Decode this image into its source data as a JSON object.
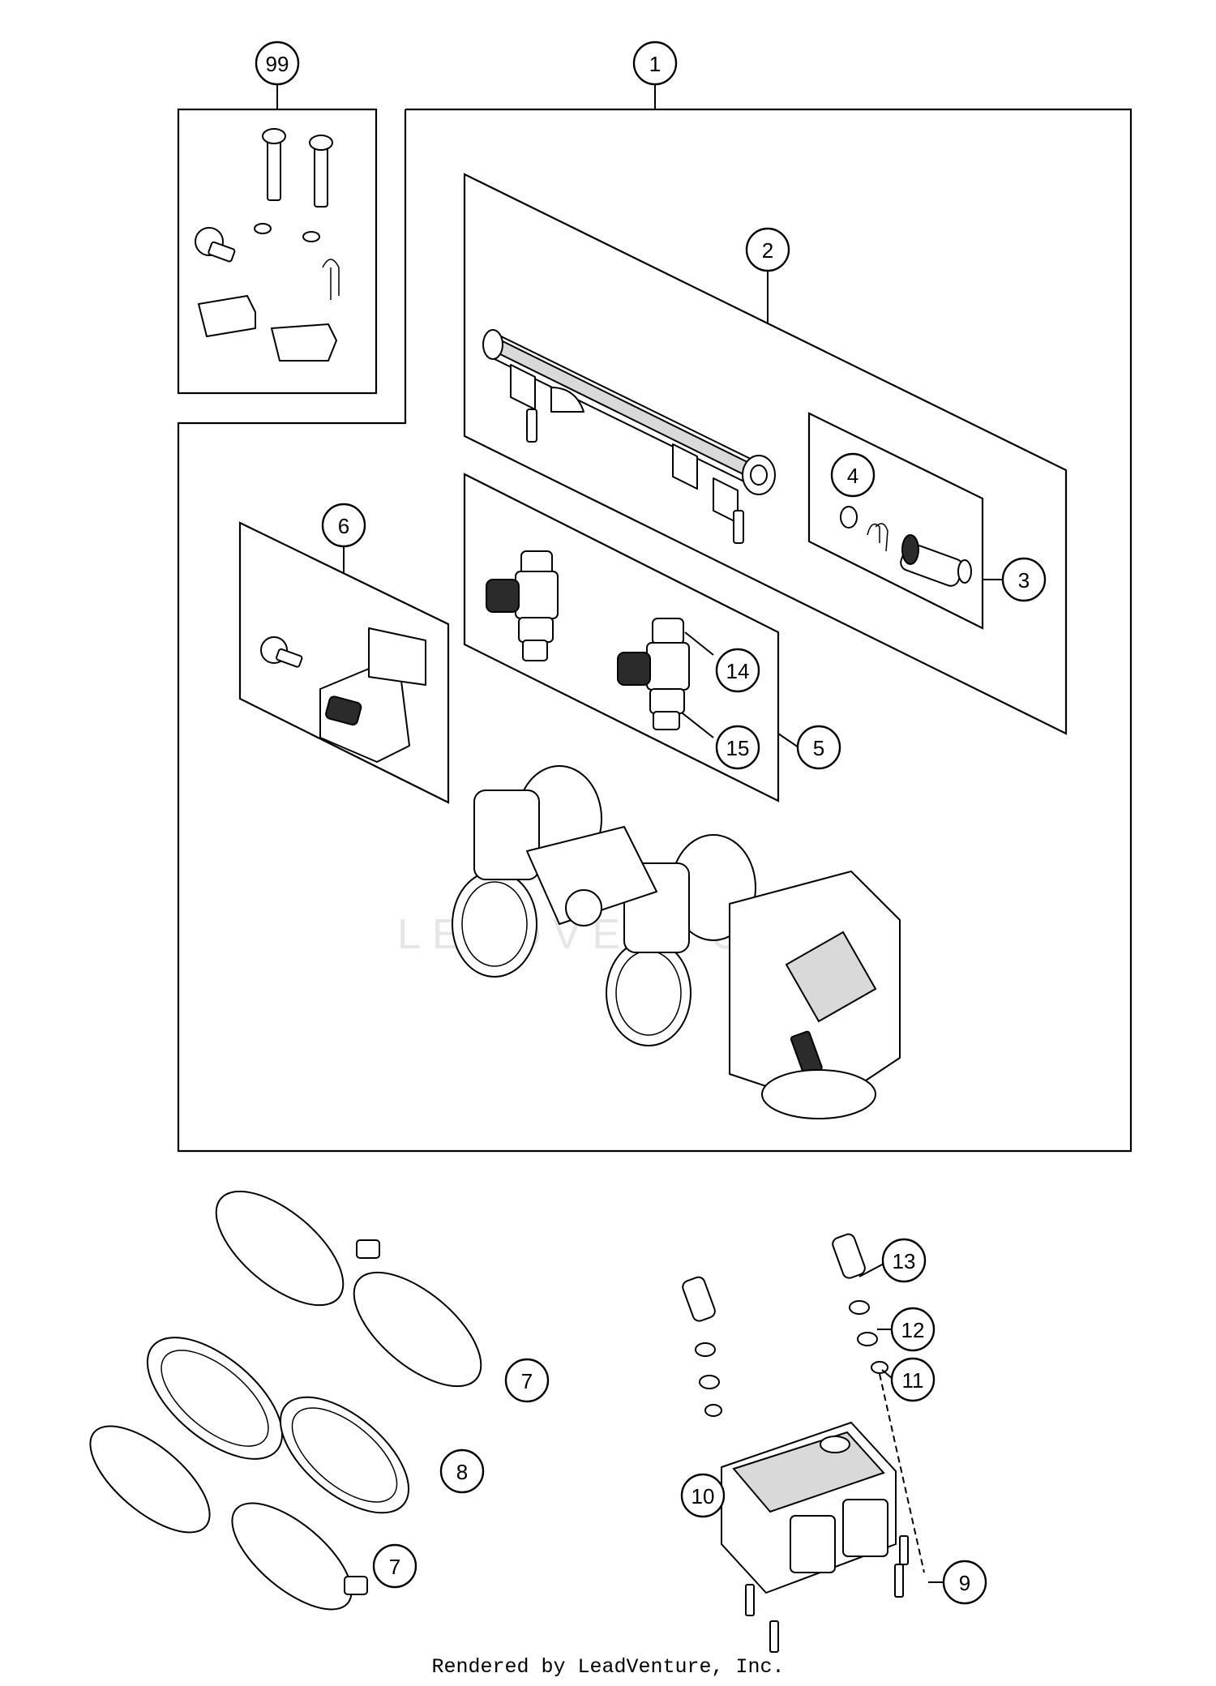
{
  "callouts": {
    "c1": "1",
    "c2": "2",
    "c3": "3",
    "c4": "4",
    "c5": "5",
    "c6": "6",
    "c7a": "7",
    "c7b": "7",
    "c8": "8",
    "c9": "9",
    "c10": "10",
    "c11": "11",
    "c12": "12",
    "c13": "13",
    "c14": "14",
    "c15": "15",
    "c99": "99"
  },
  "watermark": "LEADVENTURE",
  "footer": "Rendered by LeadVenture, Inc."
}
